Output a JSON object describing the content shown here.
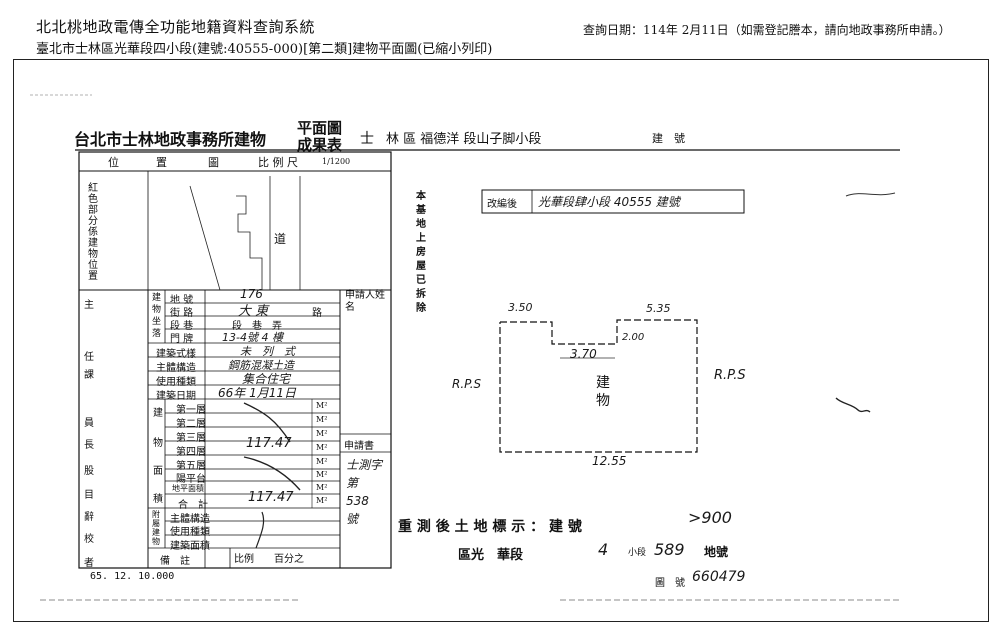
{
  "header": {
    "system_title": "北北桃地政電傳全功能地籍資料查詢系統",
    "subtitle": "臺北市士林區光華段四小段(建號:40555-000)[第二類]建物平面圖(已縮小列印)",
    "query_date": "查詢日期：114年 2月11日（如需登記謄本，請向地政事務所申請。）"
  },
  "doc": {
    "office_title": "台北市士林地政事務所建物",
    "doc_type_line1": "平面圖",
    "doc_type_line2": "成果表",
    "location_prefix": "士",
    "location": "林 區 福德洋 段山子脚小段",
    "building_no_label": "建　號",
    "location_header": [
      "位",
      "置",
      "圖",
      "比 例 尺"
    ],
    "scale": "1/1200",
    "red_part_note": "紅色部分係建物位置",
    "road_char": "道",
    "left_col": [
      "主",
      "任",
      "課",
      "員",
      "長",
      "股",
      "目",
      "辭",
      "校",
      "者"
    ],
    "address": {
      "group_label": "建物坐落",
      "rows": [
        "地 號",
        "街 路",
        "段 巷",
        "門 牌"
      ],
      "land_no": "176",
      "street": "大 東",
      "street_suffix": "路",
      "section_lane": "段　巷　弄",
      "door": "13-4號 4 樓"
    },
    "applicant_label": "申請人姓名",
    "building_style_label": "建築式樣",
    "building_style": "未　列　式",
    "structure_label": "主體構造",
    "structure": "鋼筋混凝土造",
    "usage_label": "使用種類",
    "usage": "集合住宅",
    "completion_label": "建築日期",
    "completion": "66年 1月11日",
    "area_group_label": [
      "建",
      "物",
      "面",
      "積"
    ],
    "floors": [
      "第一層",
      "第二層",
      "第三層",
      "第四層",
      "第五層",
      "陽平台",
      "地平面積"
    ],
    "fourth_floor_area": "117.47",
    "total_label": "合　計",
    "total_area": "117.47",
    "unit": "M²",
    "attached_label": [
      "附",
      "屬",
      "建",
      "物"
    ],
    "attached_rows": [
      "主體構造",
      "使用種類",
      "建築面積"
    ],
    "remarks_label": "備　註",
    "ratio_label": "比例　　百分之",
    "application_label": "申請書",
    "application_no": "士測字第 538 號",
    "bottom_date": "65. 12. 10.000",
    "map_no_label": "圖　號",
    "map_no": "660479"
  },
  "plan": {
    "vertical_note": "本基地上房屋已拆除",
    "section_box_label": "改編後",
    "section_box_value": "光華段肆小段 40555 建號",
    "dim_top_left": "3.50",
    "dim_top_right": "5.35",
    "dim_notch_right": "2.00",
    "dim_notch_width": "3.70",
    "dim_bottom": "12.55",
    "label_left": "R.P.S",
    "label_right": "R.P.S",
    "room_label": "建物",
    "renum_label": "重 測 後 土 地 標 示 ： 建 號",
    "renum_building_no": ">900",
    "district": "區光　華段",
    "sub_section": "4",
    "sub_label": "小段",
    "land_no": "589",
    "land_no_suffix": "地號"
  }
}
